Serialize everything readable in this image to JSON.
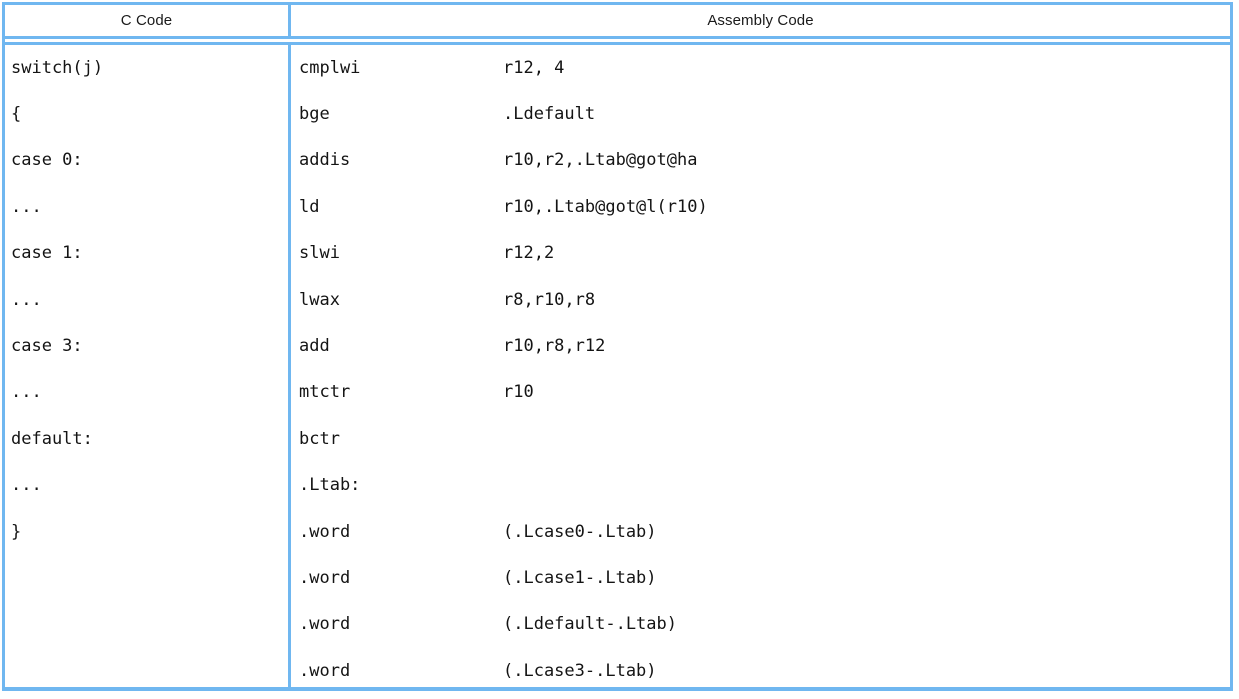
{
  "table": {
    "headers": {
      "c_code": "C Code",
      "assembly_code": "Assembly Code"
    },
    "accent_color": "#70b7f0",
    "text_color": "#141414",
    "c_code_lines": [
      "switch(j)",
      "{",
      "case 0:",
      "...",
      "case 1:",
      "...",
      "case 3:",
      "...",
      "default:",
      "...",
      "}"
    ],
    "assembly_rows": [
      {
        "mnemonic": "cmplwi",
        "operand": "r12, 4"
      },
      {
        "mnemonic": "bge",
        "operand": ".Ldefault"
      },
      {
        "mnemonic": "addis",
        "operand": "r10,r2,.Ltab@got@ha"
      },
      {
        "mnemonic": "ld",
        "operand": "r10,.Ltab@got@l(r10)"
      },
      {
        "mnemonic": "slwi",
        "operand": "r12,2"
      },
      {
        "mnemonic": "lwax",
        "operand": "r8,r10,r8"
      },
      {
        "mnemonic": "add",
        "operand": "r10,r8,r12"
      },
      {
        "mnemonic": "mtctr",
        "operand": "r10"
      },
      {
        "mnemonic": "bctr",
        "operand": ""
      },
      {
        "mnemonic": ".Ltab:",
        "operand": ""
      },
      {
        "mnemonic": ".word",
        "operand": "(.Lcase0-.Ltab)"
      },
      {
        "mnemonic": ".word",
        "operand": "(.Lcase1-.Ltab)"
      },
      {
        "mnemonic": ".word",
        "operand": "(.Ldefault-.Ltab)"
      },
      {
        "mnemonic": ".word",
        "operand": "(.Lcase3-.Ltab)"
      }
    ]
  }
}
